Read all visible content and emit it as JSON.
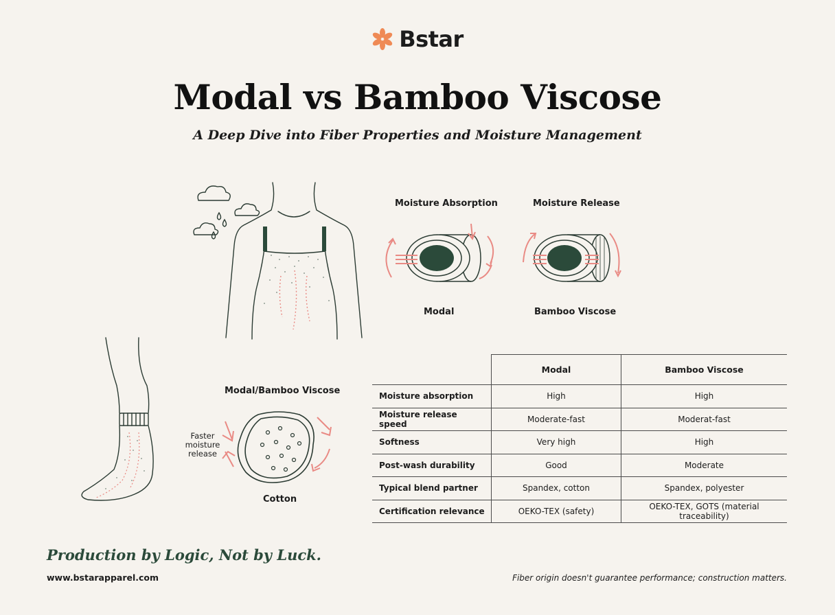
{
  "brand": {
    "name": "Bstar",
    "accent": "#ef8a55"
  },
  "title": "Modal vs Bamboo Viscose",
  "subtitle": "A Deep Dive into Fiber Properties and Moisture Management",
  "diagram": {
    "moisture_absorption_label": "Moisture Absorption",
    "moisture_release_label": "Moisture Release",
    "modal_label": "Modal",
    "bamboo_label": "Bamboo Viscose",
    "blend_label": "Modal/Bamboo Viscose",
    "faster_release_label": "Faster moisture release",
    "cotton_label": "Cotton"
  },
  "table": {
    "headers": [
      "",
      "Modal",
      "Bamboo Viscose"
    ],
    "rows": [
      [
        "Moisture absorption",
        "High",
        "High"
      ],
      [
        "Moisture release speed",
        "Moderate-fast",
        "Moderat-fast"
      ],
      [
        "Softness",
        "Very high",
        "High"
      ],
      [
        "Post-wash durability",
        "Good",
        "Moderate"
      ],
      [
        "Typical blend partner",
        "Spandex, cotton",
        "Spandex, polyester"
      ],
      [
        "Certification relevance",
        "OEKO-TEX (safety)",
        "OEKO-TEX, GOTS (material traceability)"
      ]
    ]
  },
  "footer": {
    "tagline": "Production by Logic, Not by Luck.",
    "url": "www.bstarapparel.com",
    "note": "Fiber origin doesn't guarantee performance; construction matters."
  },
  "colors": {
    "ink": "#1c1c1c",
    "green": "#2b4a3a",
    "coral": "#e98a84"
  }
}
